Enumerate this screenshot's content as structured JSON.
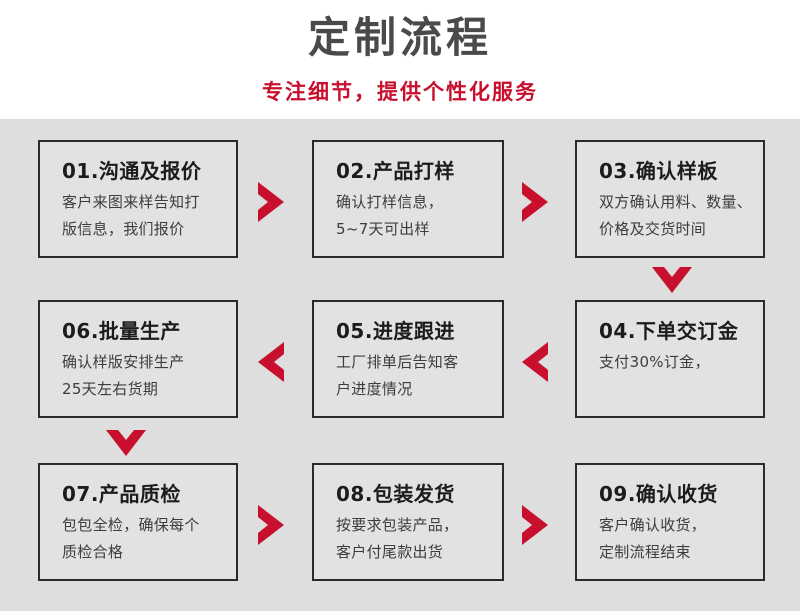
{
  "header": {
    "title": "定制流程",
    "subtitle": "专注细节，提供个性化服务"
  },
  "theme": {
    "accent": "#c8102e",
    "page_background": "#ffffff",
    "flow_background": "#dedede",
    "box_background": "#e2e2e2",
    "box_border": "#2b2b2b",
    "title_color": "#4a4a4a",
    "step_title_color": "#1c1c1c",
    "step_desc_color": "#3d3d3d"
  },
  "steps": [
    {
      "number": "01",
      "title": "01.沟通及报价",
      "desc": "客户来图来样告知打\n版信息，我们报价"
    },
    {
      "number": "02",
      "title": "02.产品打样",
      "desc": "确认打样信息，\n5~7天可出样"
    },
    {
      "number": "03",
      "title": "03.确认样板",
      "desc": "双方确认用料、数量、\n价格及交货时间"
    },
    {
      "number": "04",
      "title": "04.下单交订金",
      "desc": "支付30%订金，"
    },
    {
      "number": "05",
      "title": "05.进度跟进",
      "desc": "工厂排单后告知客\n户进度情况"
    },
    {
      "number": "06",
      "title": "06.批量生产",
      "desc": "确认样版安排生产\n25天左右货期"
    },
    {
      "number": "07",
      "title": "07.产品质检",
      "desc": "包包全检，确保每个\n质检合格"
    },
    {
      "number": "08",
      "title": "08.包装发货",
      "desc": "按要求包装产品，\n客户付尾款出货"
    },
    {
      "number": "09",
      "title": "09.确认收货",
      "desc": "客户确认收货，\n定制流程结束"
    }
  ],
  "arrows": [
    {
      "name": "chevron-right-icon",
      "direction": "right",
      "from": "01",
      "to": "02"
    },
    {
      "name": "chevron-right-icon",
      "direction": "right",
      "from": "02",
      "to": "03"
    },
    {
      "name": "chevron-down-icon",
      "direction": "down",
      "from": "03",
      "to": "04"
    },
    {
      "name": "chevron-left-icon",
      "direction": "left",
      "from": "04",
      "to": "05"
    },
    {
      "name": "chevron-left-icon",
      "direction": "left",
      "from": "05",
      "to": "06"
    },
    {
      "name": "chevron-down-icon",
      "direction": "down",
      "from": "06",
      "to": "07"
    },
    {
      "name": "chevron-right-icon",
      "direction": "right",
      "from": "07",
      "to": "08"
    },
    {
      "name": "chevron-right-icon",
      "direction": "right",
      "from": "08",
      "to": "09"
    }
  ]
}
